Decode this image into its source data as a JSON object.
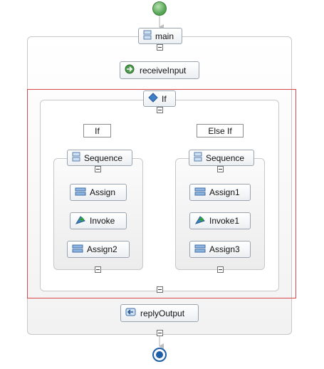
{
  "process": {
    "main_label": "main",
    "receive_label": "receiveInput",
    "if_label": "If",
    "reply_label": "replyOutput",
    "branch_if": {
      "condition_label": "If",
      "sequence_label": "Sequence",
      "activities": [
        "Assign",
        "Invoke",
        "Assign2"
      ]
    },
    "branch_elseif": {
      "condition_label": "Else If",
      "sequence_label": "Sequence",
      "activities": [
        "Assign1",
        "Invoke1",
        "Assign3"
      ]
    }
  },
  "colors": {
    "start_node": "#5aa85a",
    "end_node": "#1e5fa8",
    "selection_border": "#d9484f",
    "connector": "#bdbdbd"
  },
  "icons": {
    "main": "sequence-icon",
    "receive": "receive-icon",
    "if": "if-diamond-icon",
    "sequence": "sequence-icon",
    "assign": "assign-icon",
    "invoke": "invoke-icon",
    "reply": "reply-icon"
  }
}
